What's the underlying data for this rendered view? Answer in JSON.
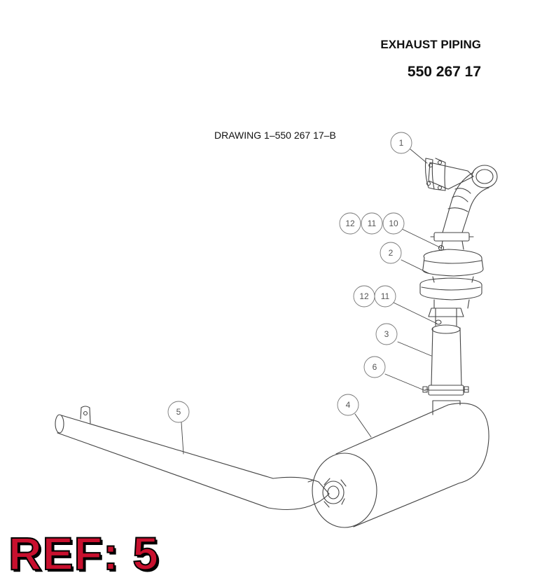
{
  "header": {
    "title": "EXHAUST PIPING",
    "part_number": "550 267 17"
  },
  "drawing_ref": "DRAWING 1–550 267 17–B",
  "ref_badge": "REF: 5",
  "colors": {
    "ink": "#111111",
    "line": "#444444",
    "badge_fill": "#c8102e",
    "badge_outline": "#000000"
  },
  "callouts": [
    {
      "label": "1"
    },
    {
      "label": "12"
    },
    {
      "label": "11"
    },
    {
      "label": "10"
    },
    {
      "label": "2"
    },
    {
      "label": "12"
    },
    {
      "label": "11"
    },
    {
      "label": "3"
    },
    {
      "label": "6"
    },
    {
      "label": "4"
    },
    {
      "label": "5"
    }
  ]
}
